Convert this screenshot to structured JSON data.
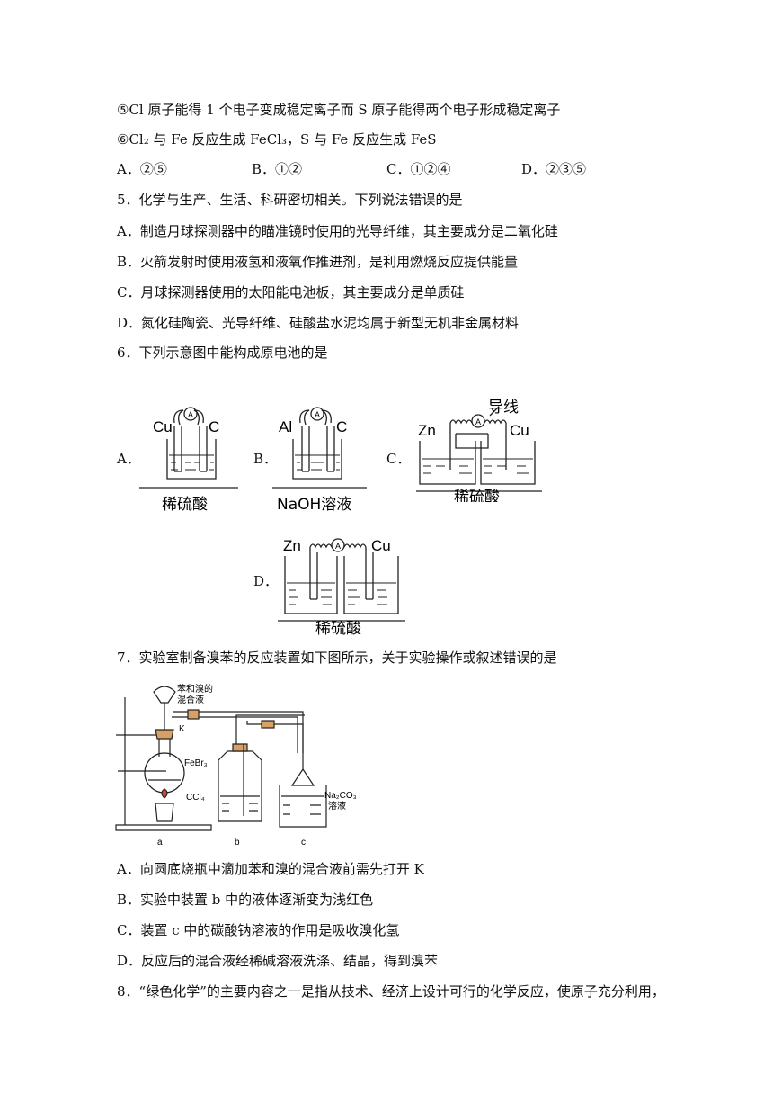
{
  "q4": {
    "item5": "⑤Cl 原子能得 1 个电子变成稳定离子而 S 原子能得两个电子形成稳定离子",
    "item6": "⑥Cl₂ 与 Fe 反应生成 FeCl₃，S 与 Fe 反应生成 FeS",
    "options": [
      "A．②⑤",
      "B．①②",
      "C．①②④",
      "D．②③⑤"
    ]
  },
  "q5": {
    "stem": "5．化学与生产、生活、科研密切相关。下列说法错误的是",
    "options": [
      "A．制造月球探测器中的瞄准镜时使用的光导纤维，其主要成分是二氧化硅",
      "B．火箭发射时使用液氢和液氧作推进剂，是利用燃烧反应提供能量",
      "C．月球探测器使用的太阳能电池板，其主要成分是单质硅",
      "D．氮化硅陶瓷、光导纤维、硅酸盐水泥均属于新型无机非金属材料"
    ]
  },
  "q6": {
    "stem": "6．下列示意图中能构成原电池的是",
    "labels": [
      "A．",
      "B．",
      "C．",
      "D．"
    ],
    "figA": {
      "left": "Cu",
      "right": "C",
      "meter": "A",
      "solution": "稀硫酸"
    },
    "figB": {
      "left": "Al",
      "right": "C",
      "meter": "A",
      "solution": "NaOH溶液"
    },
    "figC": {
      "left": "Zn",
      "right": "Cu",
      "meter": "A",
      "wire": "导线",
      "solution": "稀硫酸"
    },
    "figD": {
      "left": "Zn",
      "right": "Cu",
      "meter": "A",
      "solution": "稀硫酸"
    }
  },
  "q7": {
    "stem": "7．实验室制备溴苯的反应装置如下图所示，关于实验操作或叙述错误的是",
    "figure": {
      "funnel_label_1": "苯和溴的",
      "funnel_label_2": "混合液",
      "valve": "K",
      "catalyst": "FeBr₃",
      "b_liquid": "CCl₄",
      "c_liquid_1": "Na₂CO₃",
      "c_liquid_2": "溶液",
      "a": "a",
      "b": "b",
      "c": "c"
    },
    "options": [
      "A．向圆底烧瓶中滴加苯和溴的混合液前需先打开 K",
      "B．实验中装置 b 中的液体逐渐变为浅红色",
      "C．装置 c 中的碳酸钠溶液的作用是吸收溴化氢",
      "D．反应后的混合液经稀碱溶液洗涤、结晶，得到溴苯"
    ]
  },
  "q8": {
    "stem": "8．“绿色化学”的主要内容之一是指从技术、经济上设计可行的化学反应，使原子充分利用，"
  }
}
